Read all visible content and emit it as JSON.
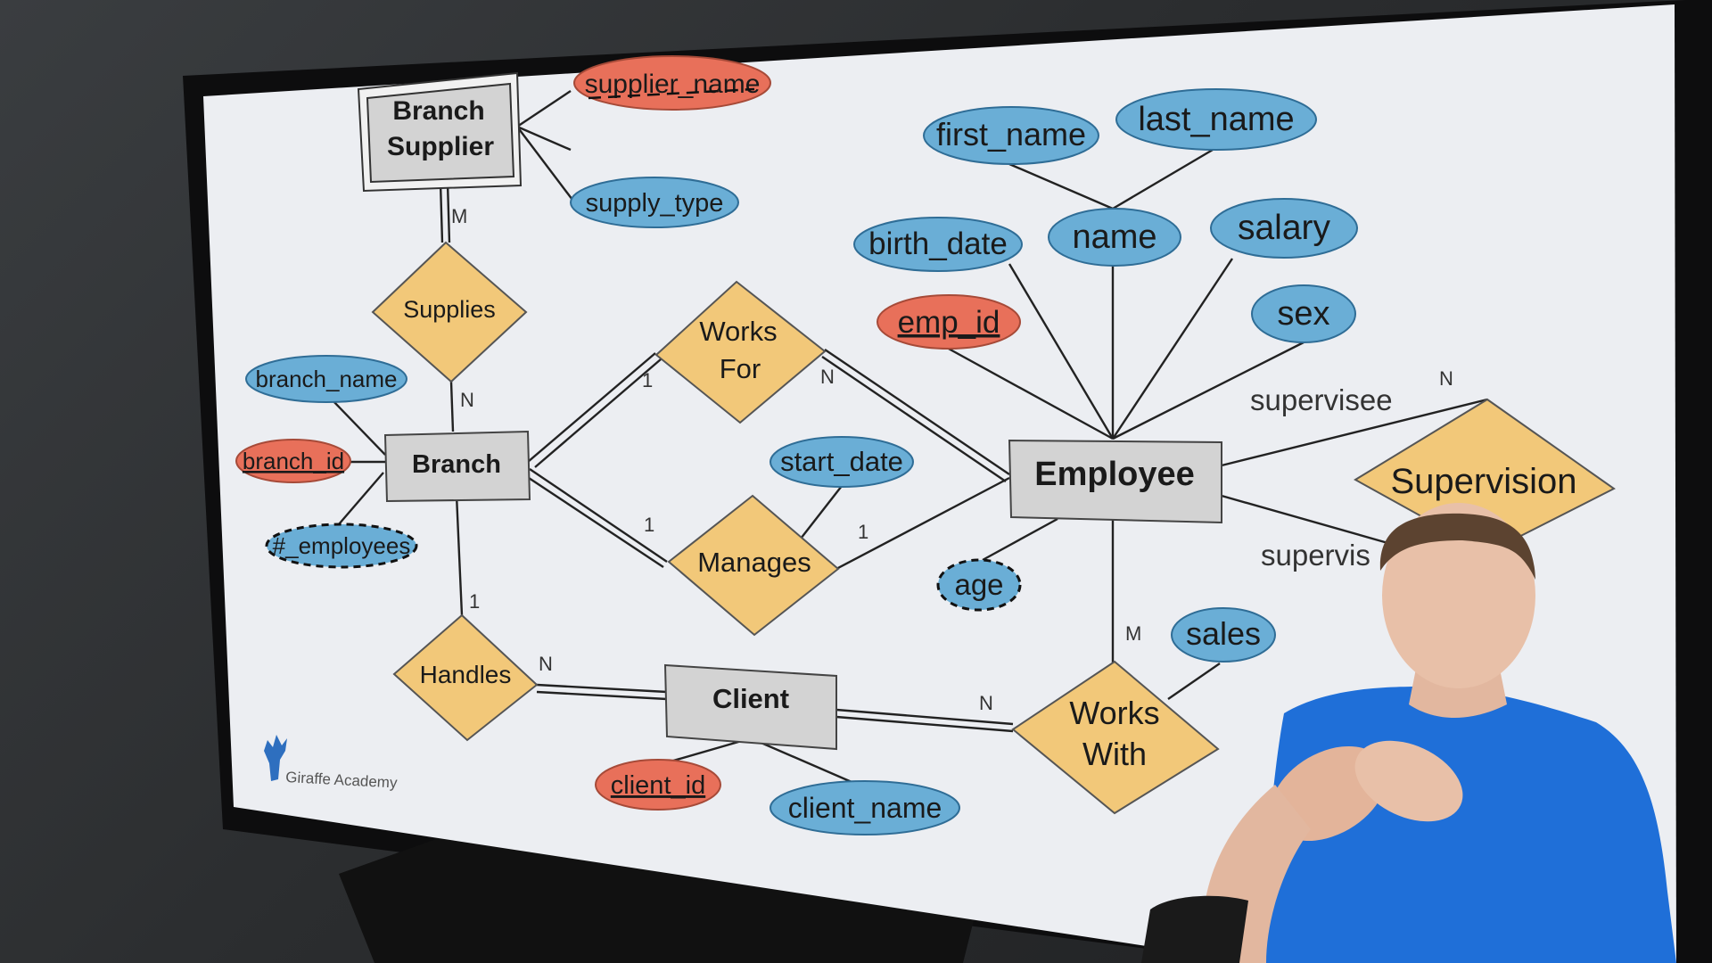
{
  "diagram": {
    "entities": {
      "branch_supplier": [
        "Branch",
        "Supplier"
      ],
      "branch": "Branch",
      "employee": "Employee",
      "client": "Client"
    },
    "relationships": {
      "supplies": "Supplies",
      "works_for": [
        "Works",
        "For"
      ],
      "manages": "Manages",
      "handles": "Handles",
      "works_with": [
        "Works",
        "With"
      ],
      "supervision": "Supervision"
    },
    "attributes": {
      "supplier_name": "supplier_name",
      "supply_type": "supply_type",
      "branch_name": "branch_name",
      "branch_id": "branch_id",
      "num_employees": "#_employees",
      "first_name": "first_name",
      "last_name": "last_name",
      "birth_date": "birth_date",
      "name": "name",
      "salary": "salary",
      "emp_id": "emp_id",
      "sex": "sex",
      "start_date": "start_date",
      "age": "age",
      "sales": "sales",
      "client_id": "client_id",
      "client_name": "client_name"
    },
    "cardinalities": {
      "supplies_supplier": "M",
      "supplies_branch": "N",
      "worksfor_branch": "1",
      "worksfor_employee": "N",
      "manages_branch": "1",
      "manages_employee": "1",
      "handles_branch": "1",
      "handles_client": "N",
      "workswith_employee": "M",
      "workswith_client": "N",
      "supervision_supervisee": "N"
    },
    "role_labels": {
      "supervisee": "supervisee",
      "supervisor": "supervis"
    },
    "watermark": "Giraffe Academy"
  },
  "colors": {
    "attr_blue": "#6aaed6",
    "key_red": "#e8705a",
    "rel_yellow": "#f2c879",
    "entity_gray": "#d3d3d3",
    "screen_bg": "#eeeef1"
  }
}
